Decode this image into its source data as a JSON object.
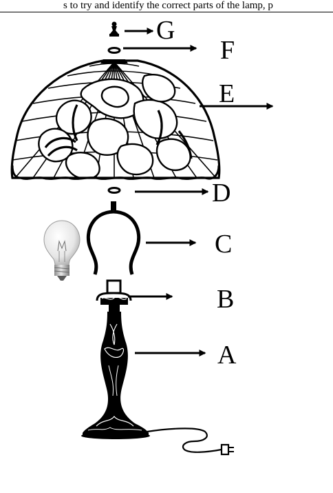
{
  "header_fragment": "s to try and identify the correct parts of the lamp, p",
  "parts": [
    {
      "key": "G",
      "label": "G"
    },
    {
      "key": "F",
      "label": "F"
    },
    {
      "key": "E",
      "label": "E"
    },
    {
      "key": "D",
      "label": "D"
    },
    {
      "key": "C",
      "label": "C"
    },
    {
      "key": "B",
      "label": "B"
    },
    {
      "key": "A",
      "label": "A"
    }
  ]
}
